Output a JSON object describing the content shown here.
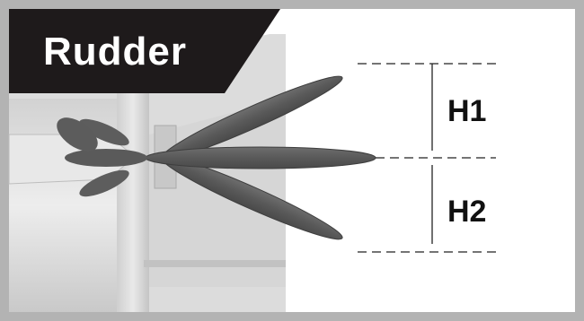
{
  "title": "Rudder",
  "dimensions": [
    {
      "label": "H1"
    },
    {
      "label": "H2"
    }
  ],
  "colors": {
    "frame": "#b3b3b3",
    "banner": "#1e1a1b",
    "rudder": "#5f5f5f",
    "background": "#ffffff"
  }
}
